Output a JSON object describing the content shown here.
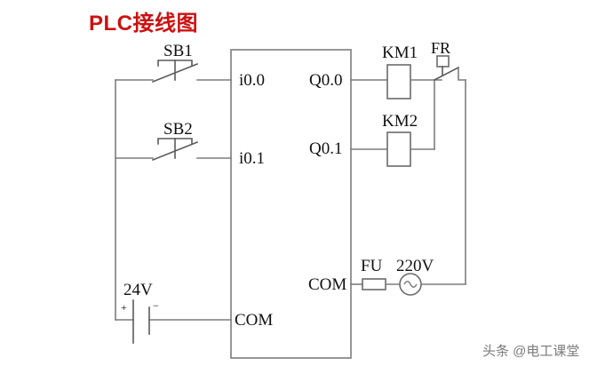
{
  "title": "PLC接线图",
  "watermark": "头条 @电工课堂",
  "plc": {
    "inputs": [
      {
        "id": "i00",
        "label": "i0.0"
      },
      {
        "id": "i01",
        "label": "i0.1"
      }
    ],
    "outputs": [
      {
        "id": "q00",
        "label": "Q0.0"
      },
      {
        "id": "q01",
        "label": "Q0.1"
      }
    ],
    "common": {
      "id": "com_in",
      "label": "COM"
    },
    "common_out": {
      "id": "com_out",
      "label": "COM"
    }
  },
  "input_devices": [
    {
      "id": "sb1",
      "label": "SB1",
      "type": "pushbutton-no",
      "connects_to": "i0.0"
    },
    {
      "id": "sb2",
      "label": "SB2",
      "type": "pushbutton-no",
      "connects_to": "i0.1"
    }
  ],
  "power": {
    "dc_supply": {
      "label": "24V",
      "type": "battery",
      "positive": "+",
      "negative": "−"
    },
    "ac_supply": {
      "label": "220V",
      "type": "ac-source"
    },
    "fuse": {
      "label": "FU",
      "type": "fuse"
    }
  },
  "output_devices": [
    {
      "id": "km1",
      "label": "KM1",
      "type": "contactor-coil"
    },
    {
      "id": "km2",
      "label": "KM2",
      "type": "contactor-coil"
    },
    {
      "id": "fr",
      "label": "FR",
      "type": "thermal-overload-nc-contact"
    }
  ],
  "colors": {
    "title": "#cc1111",
    "wire": "#7d7d7d",
    "outline": "#8a8a8a",
    "text": "#111111",
    "background": "#ffffff",
    "watermark": "#6f6f6f"
  }
}
